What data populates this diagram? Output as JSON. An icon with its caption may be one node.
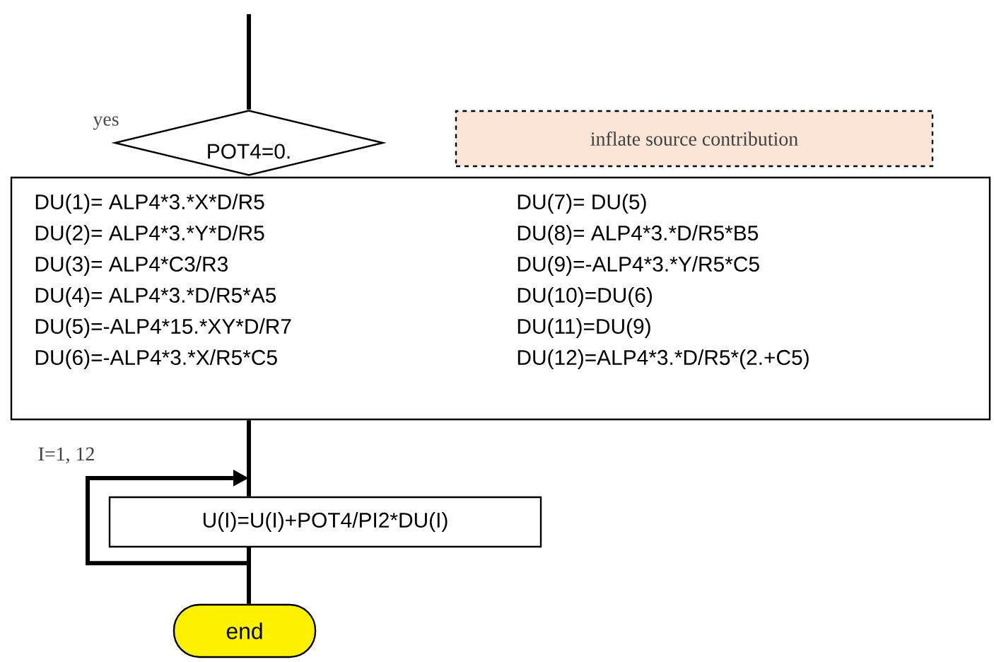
{
  "diagram": {
    "nodes": [
      {
        "text": [
          "POT4=0."
        ],
        "beside": [
          "yes"
        ]
      },
      {
        "text": [
          "inflate source contribution"
        ]
      },
      {
        "text": [
          "DU(1)= ALP4*3.*X*D/R5",
          "DU(2)= ALP4*3.*Y*D/R5",
          "DU(3)= ALP4*C3/R3",
          "DU(4)= ALP4*3.*D/R5*A5",
          "DU(5)=-ALP4*15.*XY*D/R7",
          "DU(6)=-ALP4*3.*X/R5*C5",
          "DU(7)= DU(5)",
          "DU(8)= ALP4*3.*D/R5*B5",
          "DU(9)=-ALP4*3.*Y/R5*C5",
          "DU(10)=DU(6)",
          "DU(11)=DU(9)",
          "DU(12)=ALP4*3.*D/R5*(2.+C5)"
        ]
      },
      {
        "text": [
          "U(I)=U(I)+POT4/PI2*DU(I)"
        ]
      },
      {
        "text": [
          "end"
        ]
      }
    ],
    "edges": [
      {
        "from": null,
        "to": 0,
        "arrow": "none"
      },
      {
        "from": 2,
        "to": 3,
        "arrow": "none"
      },
      {
        "from": 3,
        "to": 3,
        "arrow": "to",
        "label": "I=1, 12"
      },
      {
        "from": 3,
        "to": 4,
        "arrow": "none"
      }
    ]
  }
}
